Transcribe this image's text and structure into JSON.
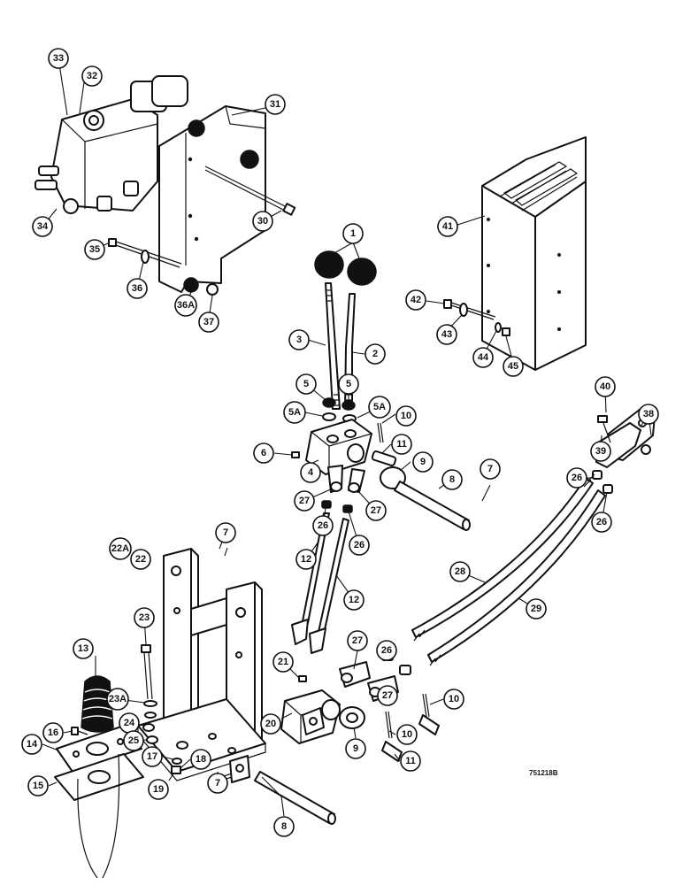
{
  "diagram": {
    "reference_code": "751218B",
    "callouts": [
      {
        "id": "c33",
        "label": "33"
      },
      {
        "id": "c32",
        "label": "32"
      },
      {
        "id": "c31",
        "label": "31"
      },
      {
        "id": "c34",
        "label": "34"
      },
      {
        "id": "c30",
        "label": "30"
      },
      {
        "id": "c35",
        "label": "35"
      },
      {
        "id": "c36",
        "label": "36"
      },
      {
        "id": "c36a",
        "label": "36A"
      },
      {
        "id": "c37",
        "label": "37"
      },
      {
        "id": "c41",
        "label": "41"
      },
      {
        "id": "c1",
        "label": "1"
      },
      {
        "id": "c42",
        "label": "42"
      },
      {
        "id": "c43",
        "label": "43"
      },
      {
        "id": "c44",
        "label": "44"
      },
      {
        "id": "c45",
        "label": "45"
      },
      {
        "id": "c3",
        "label": "3"
      },
      {
        "id": "c2",
        "label": "2"
      },
      {
        "id": "c5l",
        "label": "5"
      },
      {
        "id": "c5r",
        "label": "5"
      },
      {
        "id": "c5al",
        "label": "5A"
      },
      {
        "id": "c5ar",
        "label": "5A"
      },
      {
        "id": "c10t",
        "label": "10"
      },
      {
        "id": "c40",
        "label": "40"
      },
      {
        "id": "c38",
        "label": "38"
      },
      {
        "id": "c6",
        "label": "6"
      },
      {
        "id": "c11t",
        "label": "11"
      },
      {
        "id": "c4",
        "label": "4"
      },
      {
        "id": "c9t",
        "label": "9"
      },
      {
        "id": "c39",
        "label": "39"
      },
      {
        "id": "c7r",
        "label": "7"
      },
      {
        "id": "c27l",
        "label": "27"
      },
      {
        "id": "c27r",
        "label": "27"
      },
      {
        "id": "c8t",
        "label": "8"
      },
      {
        "id": "c26a",
        "label": "26"
      },
      {
        "id": "c26b",
        "label": "26"
      },
      {
        "id": "c26c",
        "label": "26"
      },
      {
        "id": "c26d",
        "label": "26"
      },
      {
        "id": "c7t",
        "label": "7"
      },
      {
        "id": "c22a",
        "label": "22A"
      },
      {
        "id": "c22",
        "label": "22"
      },
      {
        "id": "c12l",
        "label": "12"
      },
      {
        "id": "c12r",
        "label": "12"
      },
      {
        "id": "c28",
        "label": "28"
      },
      {
        "id": "c29",
        "label": "29"
      },
      {
        "id": "c23",
        "label": "23"
      },
      {
        "id": "c13",
        "label": "13"
      },
      {
        "id": "c21",
        "label": "21"
      },
      {
        "id": "c27b",
        "label": "27"
      },
      {
        "id": "c26e",
        "label": "26"
      },
      {
        "id": "c23a",
        "label": "23A"
      },
      {
        "id": "c27c",
        "label": "27"
      },
      {
        "id": "c10b",
        "label": "10"
      },
      {
        "id": "c16",
        "label": "16"
      },
      {
        "id": "c24",
        "label": "24"
      },
      {
        "id": "c20",
        "label": "20"
      },
      {
        "id": "c25",
        "label": "25"
      },
      {
        "id": "c10c",
        "label": "10"
      },
      {
        "id": "c14",
        "label": "14"
      },
      {
        "id": "c17",
        "label": "17"
      },
      {
        "id": "c18",
        "label": "18"
      },
      {
        "id": "c9b",
        "label": "9"
      },
      {
        "id": "c11b",
        "label": "11"
      },
      {
        "id": "c15",
        "label": "15"
      },
      {
        "id": "c19",
        "label": "19"
      },
      {
        "id": "c7b",
        "label": "7"
      },
      {
        "id": "c8b",
        "label": "8"
      }
    ]
  }
}
